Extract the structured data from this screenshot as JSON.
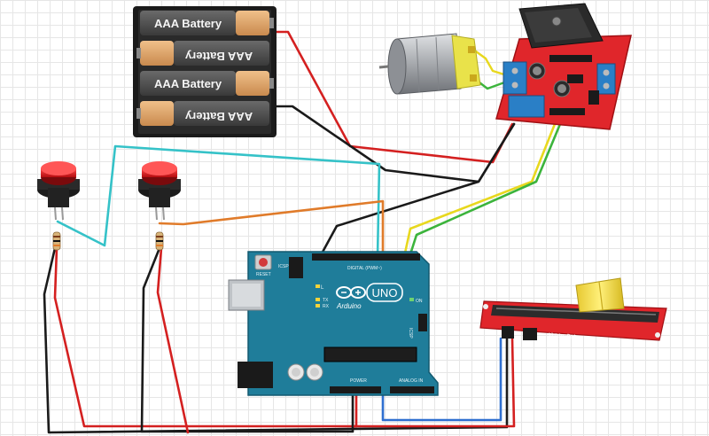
{
  "battery_pack": {
    "cells": [
      {
        "label": "AAA Battery",
        "orientation": "normal"
      },
      {
        "label": "AAA Battery",
        "orientation": "flipped"
      },
      {
        "label": "AAA Battery",
        "orientation": "normal"
      },
      {
        "label": "AAA Battery",
        "orientation": "flipped"
      }
    ]
  },
  "arduino": {
    "logo_text": "UNO",
    "brand_text": "Arduino",
    "reset_label": "RESET",
    "icsp_label": "ICSP",
    "icsp2_label": "ICSP",
    "digital_label": "DIGITAL (PWM~)",
    "analog_label": "ANALOG IN",
    "power_label": "POWER",
    "led_l": "L",
    "led_tx": "TX",
    "led_rx": "RX",
    "led_on": "ON"
  },
  "slide_pot": {
    "label": "Slide Pot"
  },
  "colors": {
    "board_blue": "#1f7d9a",
    "driver_red": "#e0262b",
    "terminal_blue": "#2a7fc6",
    "wire_red": "#d42020",
    "wire_black": "#1a1a1a",
    "wire_cyan": "#35c2c8",
    "wire_orange": "#e07b2a",
    "wire_yellow": "#e8d81e",
    "wire_green": "#3cb43c",
    "wire_blue": "#2f6fd0",
    "motor_can": "#b9bcc0",
    "motor_cap": "#e9e24a",
    "pot_knob": "#f2dc4a"
  },
  "icons": [
    "battery-pack-icon",
    "dc-motor-icon",
    "motor-driver-icon",
    "push-button-icon",
    "resistor-icon",
    "arduino-uno-icon",
    "slide-potentiometer-icon"
  ]
}
